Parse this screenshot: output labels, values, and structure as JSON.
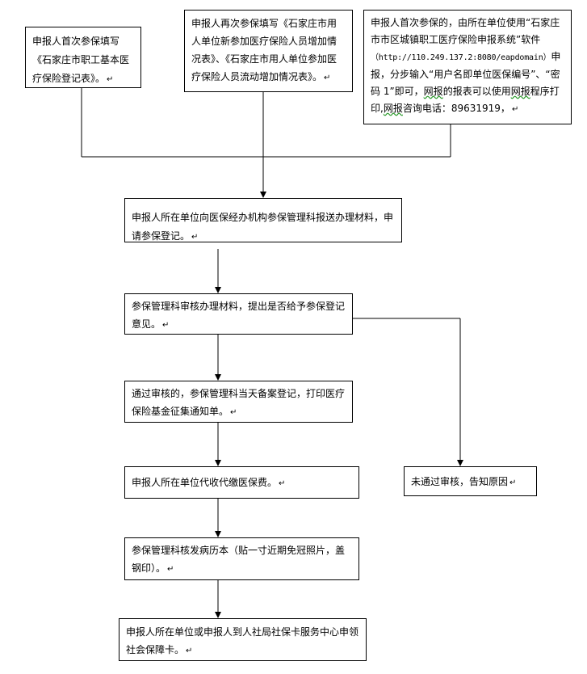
{
  "diagram": {
    "nodes": {
      "first_form": "申报人首次参保填写《石家庄市职工基本医疗保险登记表》。",
      "second_form": "申报人再次参保填写《石家庄市用人单位新参加医疗保险人员增加情况表》、《石家庄市用人单位参加医疗保险人员流动增加情况表》。",
      "online": {
        "part1": "申报人首次参保的，由所在单位使用“石家庄市市区城镇职工医疗保险申报系统”软件",
        "url": "（http://110.249.137.2:8080/eapdomain）",
        "part2": "申报，分步输入“用户名即单位医保编号”、“密码 1”即可，",
        "part3a": "网报",
        "part3b": "的报表可以使用",
        "part3c": "网报",
        "part3d": "程序打印,",
        "part3e": "网报",
        "part3f": "咨询电话：89631919，"
      },
      "submit_materials": "申报人所在单位向医保经办机构参保管理科报送办理材料，申请参保登记。",
      "review": "参保管理科审核办理材料，提出是否给予参保登记意见。",
      "approved": "通过审核的，参保管理科当天备案登记，打印医疗保险基金征集通知单。",
      "pay_fee": "申报人所在单位代收代缴医保费。",
      "rejected": "未通过审核，告知原因",
      "medical_record": "参保管理科核发病历本（贴一寸近期免冠照片，盖钢印）。",
      "social_card": "申报人所在单位或申报人到人社局社保卡服务中心申领社会保障卡。"
    },
    "paragraph_mark": "↵"
  }
}
